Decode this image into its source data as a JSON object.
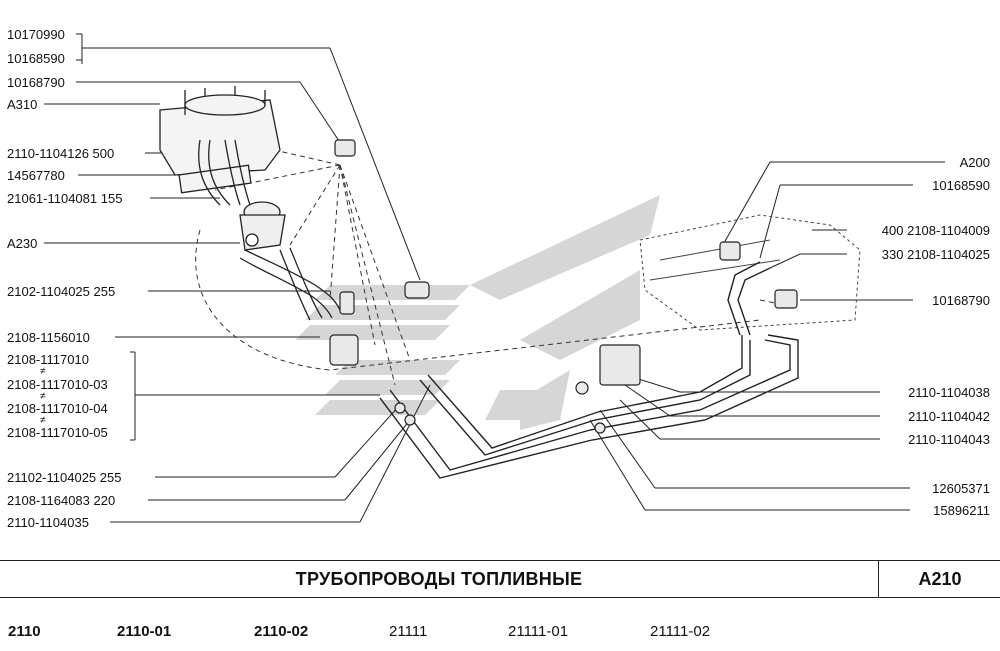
{
  "diagram": {
    "labels_left": [
      "10170990",
      "10168590",
      "10168790",
      "A310",
      "2110-1104126  500",
      "14567780",
      "21061-1104081  155",
      "A230",
      "2102-1104025  255",
      "2108-1156010",
      "2108-1117010",
      "2108-1117010-03",
      "2108-1117010-04",
      "2108-1117010-05",
      "21102-1104025  255",
      "2108-1164083  220",
      "2110-1104035"
    ],
    "labels_right": [
      "A200",
      "10168590",
      "400  2108-1104009",
      "330  2108-1104025",
      "10168790",
      "2110-1104038",
      "2110-1104042",
      "2110-1104043",
      "12605371",
      "15896211"
    ],
    "alt_marks": [
      "≠",
      "≠",
      "≠"
    ]
  },
  "footer": {
    "title": "ТРУБОПРОВОДЫ     ТОПЛИВНЫЕ",
    "page_code": "A210",
    "models": [
      "2110",
      "2110-01",
      "2110-02",
      "21111",
      "21111-01",
      "21111-02"
    ]
  }
}
